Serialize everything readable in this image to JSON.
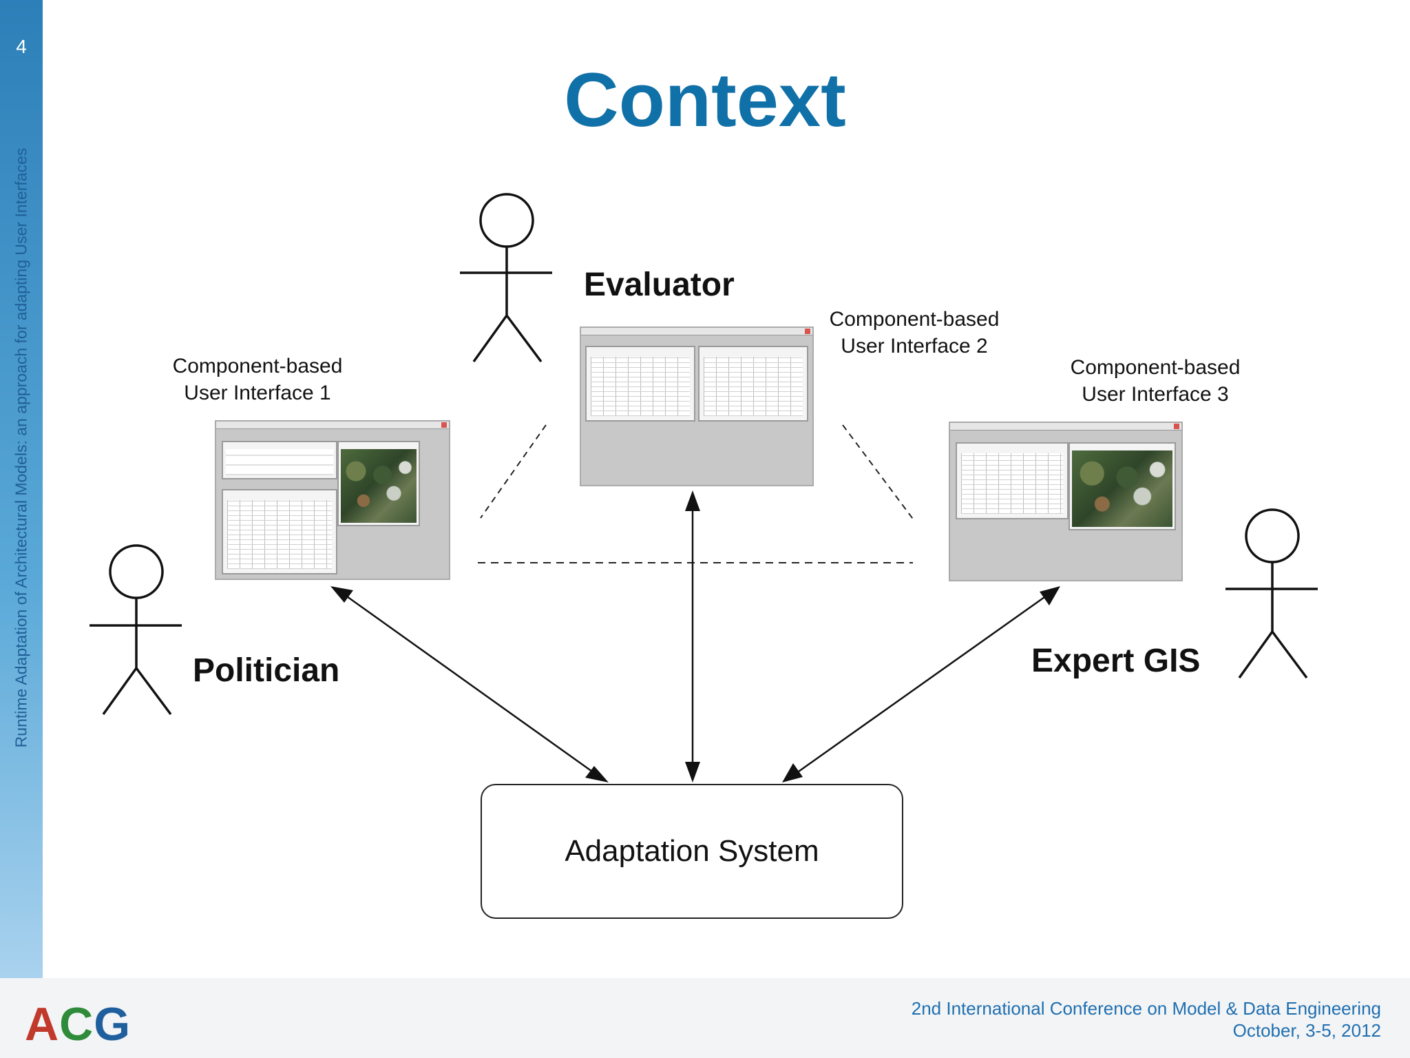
{
  "slide": {
    "number": "4",
    "sidebar_text": "Runtime Adaptation of Architectural Models: an approach for adapting User Interfaces",
    "title": "Context"
  },
  "roles": {
    "evaluator": "Evaluator",
    "politician": "Politician",
    "expert": "Expert GIS"
  },
  "interfaces": [
    {
      "line1": "Component-based",
      "line2": "User Interface 1"
    },
    {
      "line1": "Component-based",
      "line2": "User Interface 2"
    },
    {
      "line1": "Component-based",
      "line2": "User Interface 3"
    }
  ],
  "system": {
    "label": "Adaptation System"
  },
  "footer": {
    "logo": {
      "a": "A",
      "c": "C",
      "g": "G"
    },
    "conference": "2nd International Conference on Model & Data Engineering",
    "date": "October, 3-5, 2012"
  },
  "colors": {
    "title": "#1070a8",
    "sidebar": "#2c7fb8",
    "logo_a": "#c0392b",
    "logo_c": "#2e8b3a",
    "logo_g": "#1f5f9e"
  }
}
